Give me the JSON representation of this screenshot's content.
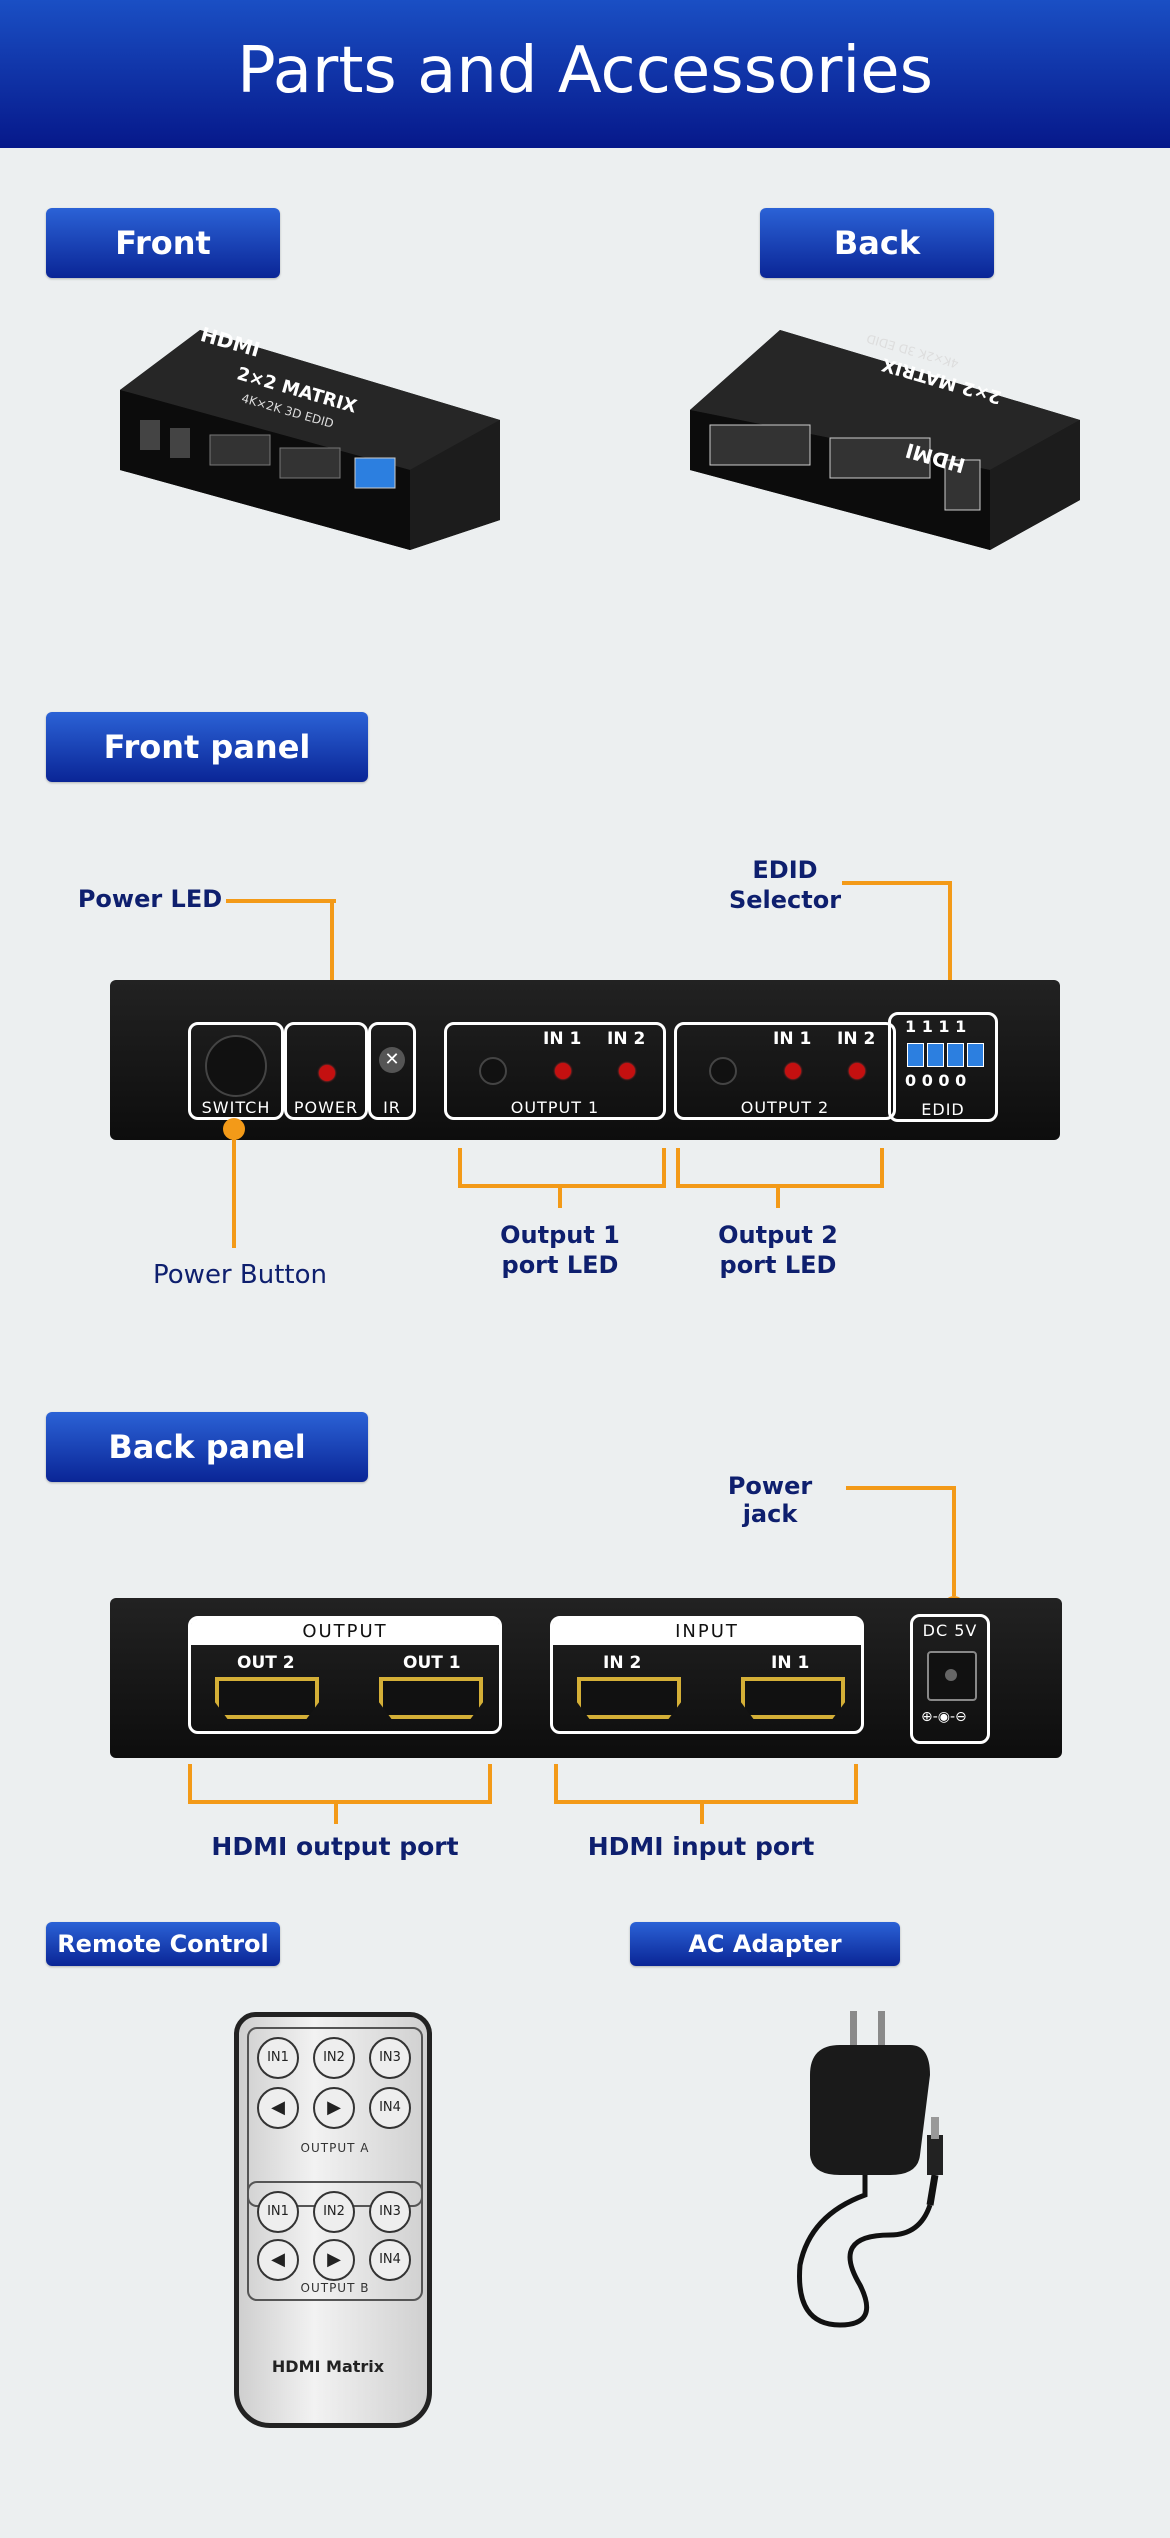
{
  "header": {
    "title": "Parts and Accessories"
  },
  "sections": {
    "front": "Front",
    "back": "Back",
    "front_panel": "Front panel",
    "back_panel": "Back panel",
    "remote": "Remote Control",
    "adapter": "AC Adapter"
  },
  "device": {
    "brand": "HDMI",
    "model": "2×2 MATRIX",
    "sub": "4K×2K 3D EDID"
  },
  "front_panel": {
    "callouts": {
      "power_led": "Power LED",
      "edid_selector": "EDID Selector",
      "power_button": "Power Button",
      "output1_led": "Output 1 port LED",
      "output2_led": "Output 2 port LED"
    },
    "captions": {
      "switch": "SWITCH",
      "power": "POWER",
      "ir": "IR",
      "output1": "OUTPUT 1",
      "output2": "OUTPUT 2",
      "edid": "EDID"
    },
    "in1": "IN 1",
    "in2": "IN 2",
    "edid_top": "1 1 1 1",
    "edid_bottom": "0 0 0 0"
  },
  "back_panel": {
    "callouts": {
      "power_jack": "Power jack",
      "hdmi_output": "HDMI output port",
      "hdmi_input": "HDMI input port"
    },
    "output_caption": "OUTPUT",
    "input_caption": "INPUT",
    "out2": "OUT 2",
    "out1": "OUT 1",
    "in2": "IN 2",
    "in1": "IN 1",
    "dc": "DC 5V"
  },
  "remote": {
    "in1": "IN1",
    "in2": "IN2",
    "in3": "IN3",
    "in4": "IN4",
    "output_a": "OUTPUT A",
    "output_b": "OUTPUT B",
    "label": "HDMI Matrix"
  }
}
